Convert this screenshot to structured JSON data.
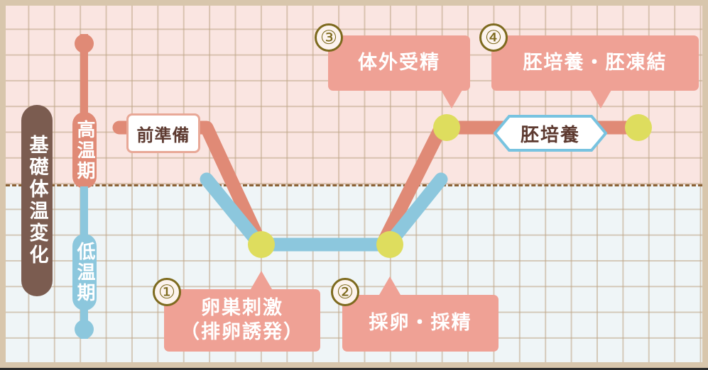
{
  "figure": {
    "title_semantic": "IVF treatment timeline vs basal body temperature",
    "colors": {
      "frame": "#d8c6ac",
      "band_high": "#fae5e1",
      "band_low": "#eff5f7",
      "grid_line": "#bea587",
      "midline_dash": "#8a6135",
      "high_phase": "#e08a76",
      "low_phase": "#8cc7dd",
      "callout": "#efa195",
      "dot": "#dedd5e",
      "brown_label": "#7b5c50",
      "badge_outline": "#7d6a1e",
      "text_dark": "#5d3a30"
    }
  },
  "axis_label": {
    "bbt": "基礎体温変化"
  },
  "legend": {
    "high_phase": "高温期",
    "low_phase": "低温期"
  },
  "prep_box": {
    "label": "前準備"
  },
  "hex_badge": {
    "label": "胚培養"
  },
  "callouts": [
    {
      "number": "①",
      "label": "卵巣刺激\n（排卵誘発）",
      "position": "bottom"
    },
    {
      "number": "②",
      "label": "採卵・採精",
      "position": "bottom"
    },
    {
      "number": "③",
      "label": "体外受精",
      "position": "top"
    },
    {
      "number": "④",
      "label": "胚培養・胚凍結",
      "position": "top"
    }
  ],
  "chart_data": {
    "type": "line",
    "title": "基礎体温変化",
    "xlabel": "",
    "ylabel": "基礎体温変化",
    "grid": true,
    "legend_position": "left",
    "y_threshold": 0,
    "y_bands": [
      {
        "name": "高温期",
        "range": [
          0,
          1
        ],
        "color": "#fae5e1"
      },
      {
        "name": "低温期",
        "range": [
          -1,
          0
        ],
        "color": "#eff5f7"
      }
    ],
    "series": [
      {
        "name": "基礎体温",
        "x": [
          0,
          1.8,
          2.6,
          3.6,
          9.2,
          10.2,
          11.4,
          16.5
        ],
        "y": [
          0.53,
          0.53,
          0.53,
          -0.49,
          -0.49,
          -0.49,
          0.53,
          0.53
        ],
        "segment_colors": {
          "above_threshold": "#e08a76",
          "below_threshold": "#8cc7dd"
        }
      }
    ],
    "markers": [
      {
        "label": "卵巣刺激（排卵誘発）",
        "x": 3.6,
        "y": -0.49,
        "color": "#dedd5e"
      },
      {
        "label": "採卵・採精",
        "x": 9.2,
        "y": -0.49,
        "color": "#dedd5e"
      },
      {
        "label": "体外受精",
        "x": 11.4,
        "y": 0.53,
        "color": "#dedd5e"
      },
      {
        "label": "胚培養・胚凍結",
        "x": 16.5,
        "y": 0.53,
        "color": "#dedd5e"
      }
    ],
    "annotations": [
      {
        "text": "前準備",
        "x": 2.0,
        "y": 0.53,
        "style": "white-box"
      },
      {
        "text": "胚培養",
        "x": 14.0,
        "y": 0.53,
        "style": "hex-badge"
      },
      {
        "text": "① 卵巣刺激（排卵誘発）",
        "x": 3.6,
        "y": -1.0,
        "style": "callout-bottom"
      },
      {
        "text": "② 採卵・採精",
        "x": 9.2,
        "y": -1.0,
        "style": "callout-bottom"
      },
      {
        "text": "③ 体外受精",
        "x": 11.4,
        "y": 1.0,
        "style": "callout-top"
      },
      {
        "text": "④ 胚培養・胚凍結",
        "x": 16.5,
        "y": 1.0,
        "style": "callout-top"
      }
    ]
  }
}
